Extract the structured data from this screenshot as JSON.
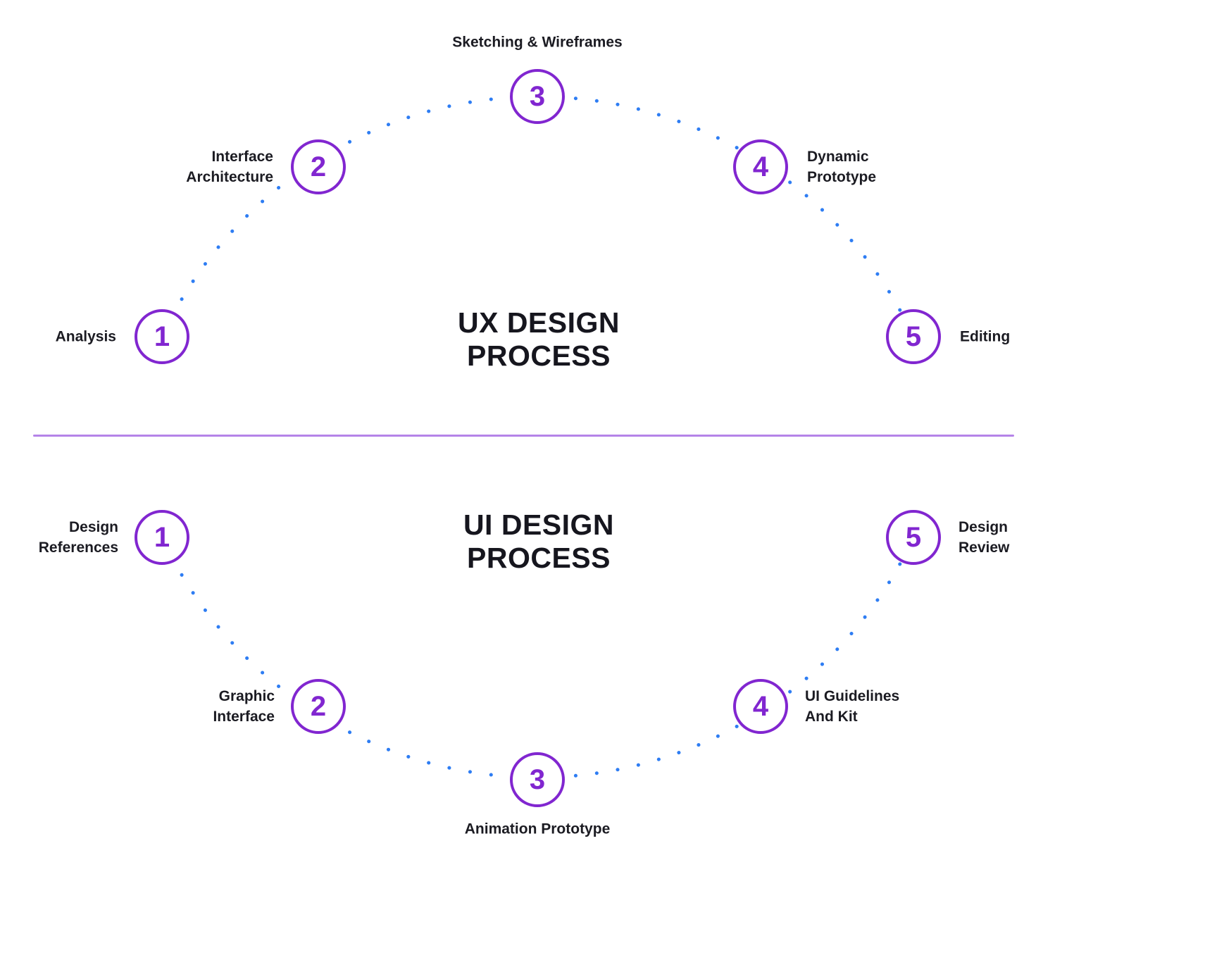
{
  "colors": {
    "purple_accent": "#8126d0",
    "dot_blue": "#2e7df3",
    "divider_purple": "#b583e8",
    "text_dark": "#1b1b22"
  },
  "ux_process": {
    "title": "UX DESIGN\nPROCESS",
    "steps": [
      {
        "number": "1",
        "label": "Analysis"
      },
      {
        "number": "2",
        "label": "Interface\nArchitecture"
      },
      {
        "number": "3",
        "label": "Sketching & Wireframes"
      },
      {
        "number": "4",
        "label": "Dynamic\nPrototype"
      },
      {
        "number": "5",
        "label": "Editing"
      }
    ]
  },
  "ui_process": {
    "title": "UI DESIGN\nPROCESS",
    "steps": [
      {
        "number": "1",
        "label": "Design\nReferences"
      },
      {
        "number": "2",
        "label": "Graphic\nInterface"
      },
      {
        "number": "3",
        "label": "Animation Prototype"
      },
      {
        "number": "4",
        "label": "UI Guidelines\nAnd Kit"
      },
      {
        "number": "5",
        "label": "Design\nReview"
      }
    ]
  }
}
